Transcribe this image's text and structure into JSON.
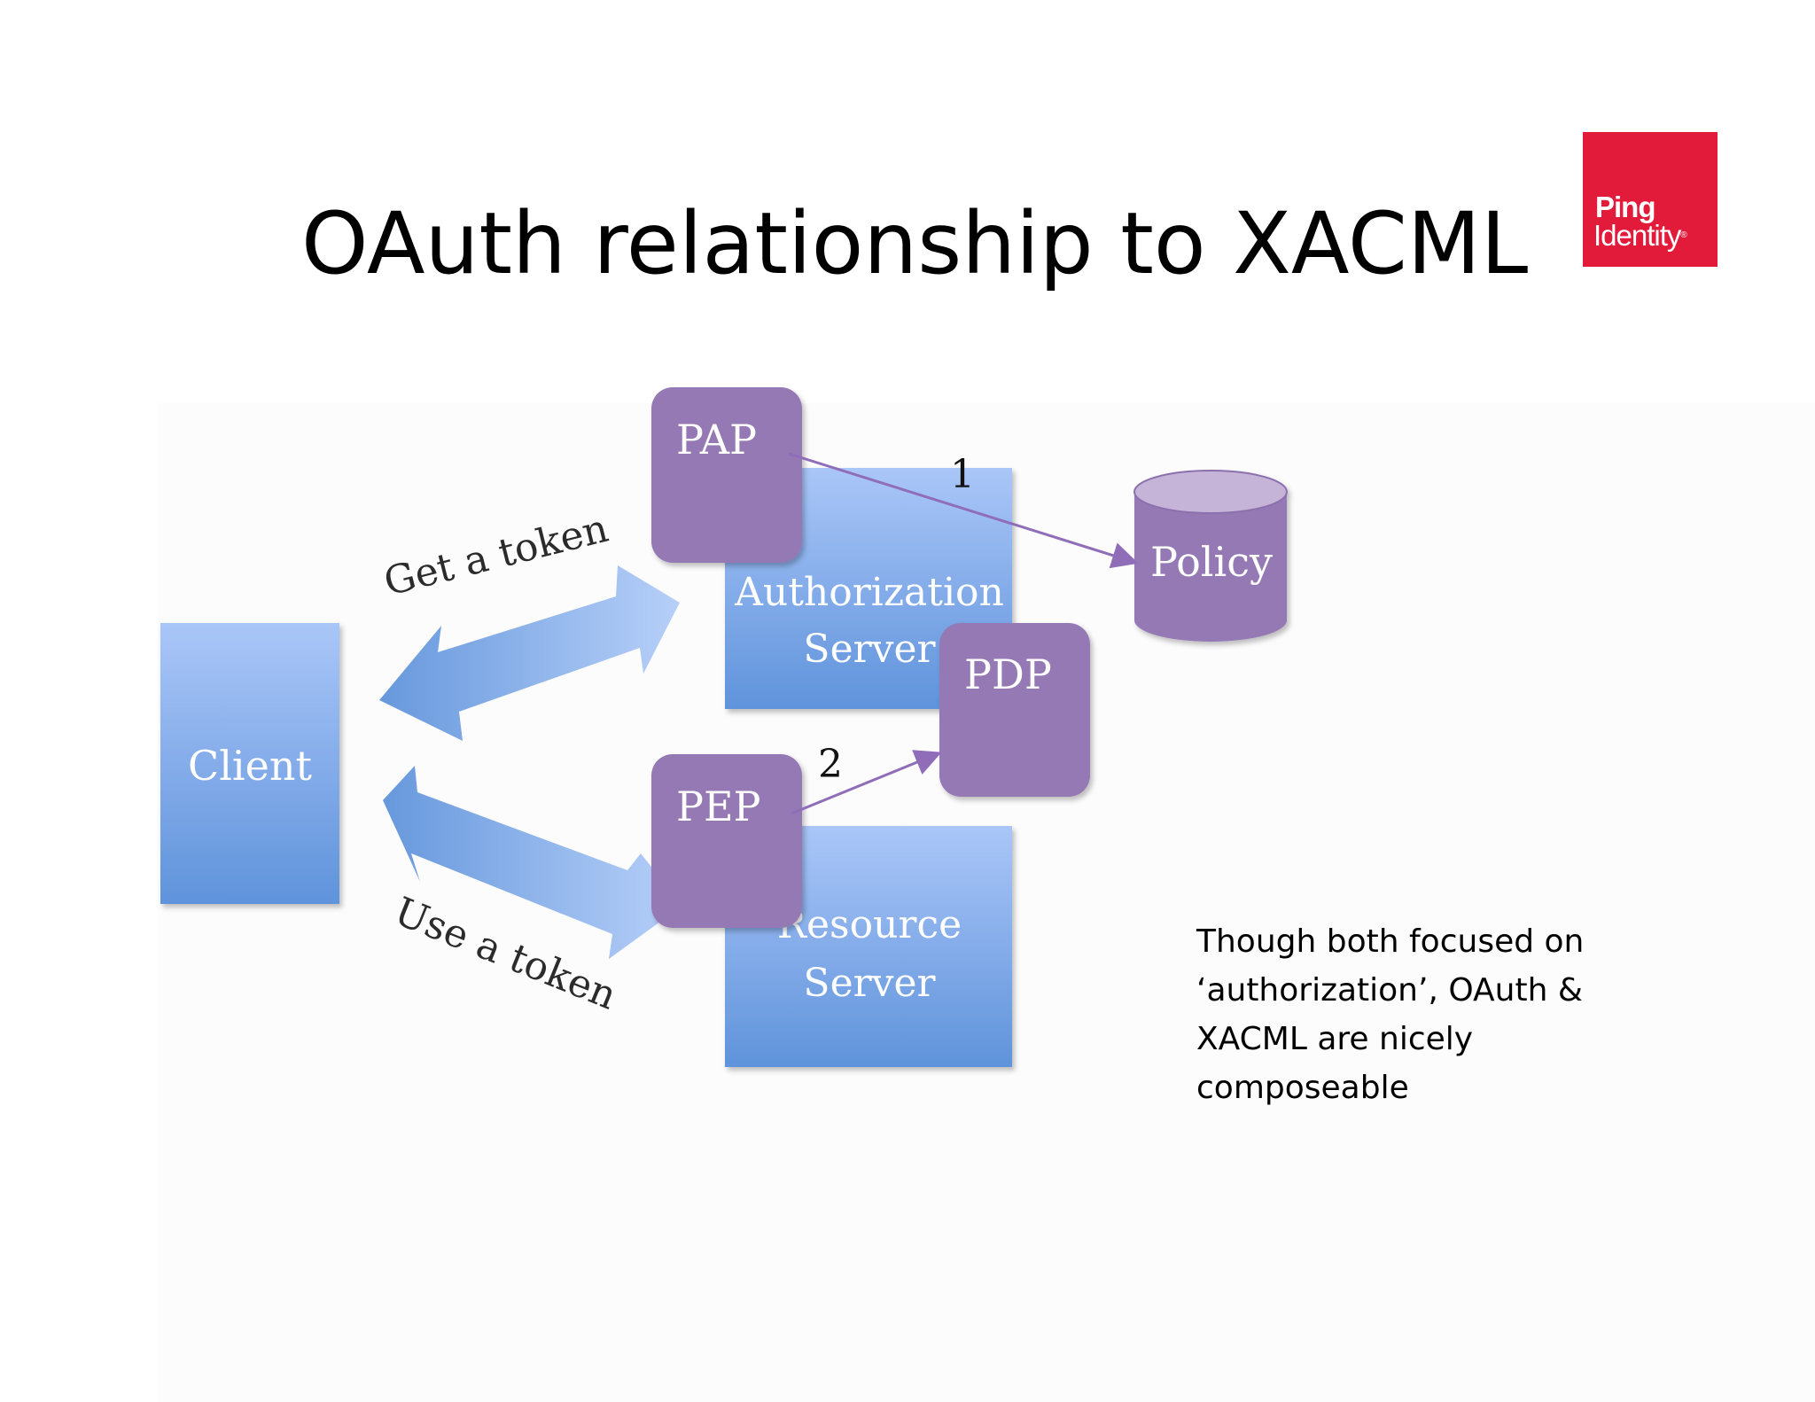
{
  "slide": {
    "title": "OAuth relationship to XACML",
    "caption": "Though both focused on ‘authorization’, OAuth & XACML are nicely composeable"
  },
  "logo": {
    "line1": "Ping",
    "line2": "Identity",
    "registered": "®",
    "color": "#e31b3b"
  },
  "diagram": {
    "nodes": {
      "client": "Client",
      "authorization_server_line1": "Authorization",
      "authorization_server_line2": "Server",
      "resource_server_line1": "Resource",
      "resource_server_line2": "Server",
      "pap": "PAP",
      "pdp": "PDP",
      "pep": "PEP",
      "policy": "Policy"
    },
    "edges": {
      "get_token": "Get a token",
      "use_token": "Use a token",
      "step1": "1",
      "step2": "2"
    },
    "colors": {
      "box_blue_top": "#aac6f8",
      "box_blue_bottom": "#5f93db",
      "purple": "#9479b4",
      "policy_top": "#c6b3d8"
    }
  }
}
